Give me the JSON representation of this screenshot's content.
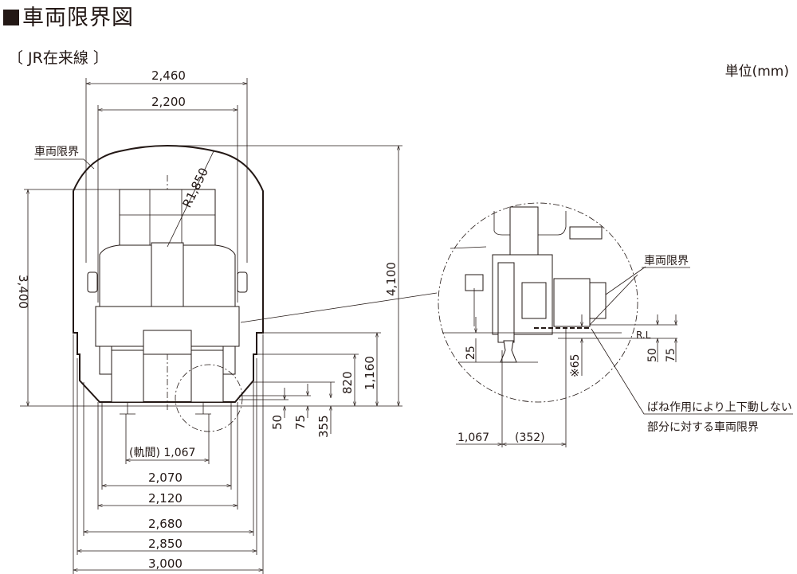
{
  "title": "車両限界図",
  "subtitle": "〔 JR在来線 〕",
  "unit": "単位(mm)",
  "labels": {
    "gauge_label": "車両限界",
    "radius": "R1,850",
    "detail_gauge_label": "車両限界",
    "rl": "R.L",
    "note_line1": "ばね作用により上下動しない",
    "note_line2": "部分に対する車両限界"
  },
  "dimensions": {
    "w2460": "2,460",
    "w2200": "2,200",
    "h4100": "4,100",
    "h3400": "3,400",
    "h1160": "1,160",
    "h820": "820",
    "h355": "355",
    "h75": "75",
    "h50": "50",
    "gauge": "(軌間) 1,067",
    "w2070": "2,070",
    "w2120": "2,120",
    "w2680": "2,680",
    "w2850": "2,850",
    "w3000": "3,000",
    "d25": "25",
    "d65": "※65",
    "d50": "50",
    "d75": "75",
    "d1067": "1,067",
    "d352": "(352)"
  }
}
